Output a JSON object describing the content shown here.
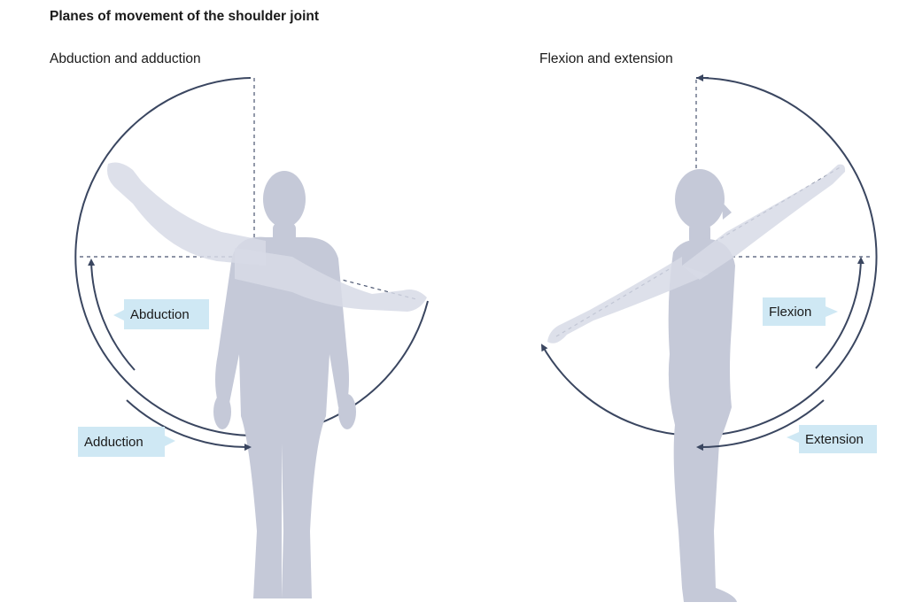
{
  "title": "Planes of movement of the shoulder joint",
  "panels": {
    "left": {
      "title": "Abduction and adduction",
      "callouts": {
        "abduction": "Abduction",
        "adduction": "Adduction"
      }
    },
    "right": {
      "title": "Flexion and extension",
      "callouts": {
        "flexion": "Flexion",
        "extension": "Extension"
      }
    }
  },
  "colors": {
    "arc": "#3a4660",
    "body": "#c5c9d8",
    "arm": "#d7dbe6",
    "callout_bg": "#cfe8f4",
    "dashed": "#4a5570"
  }
}
